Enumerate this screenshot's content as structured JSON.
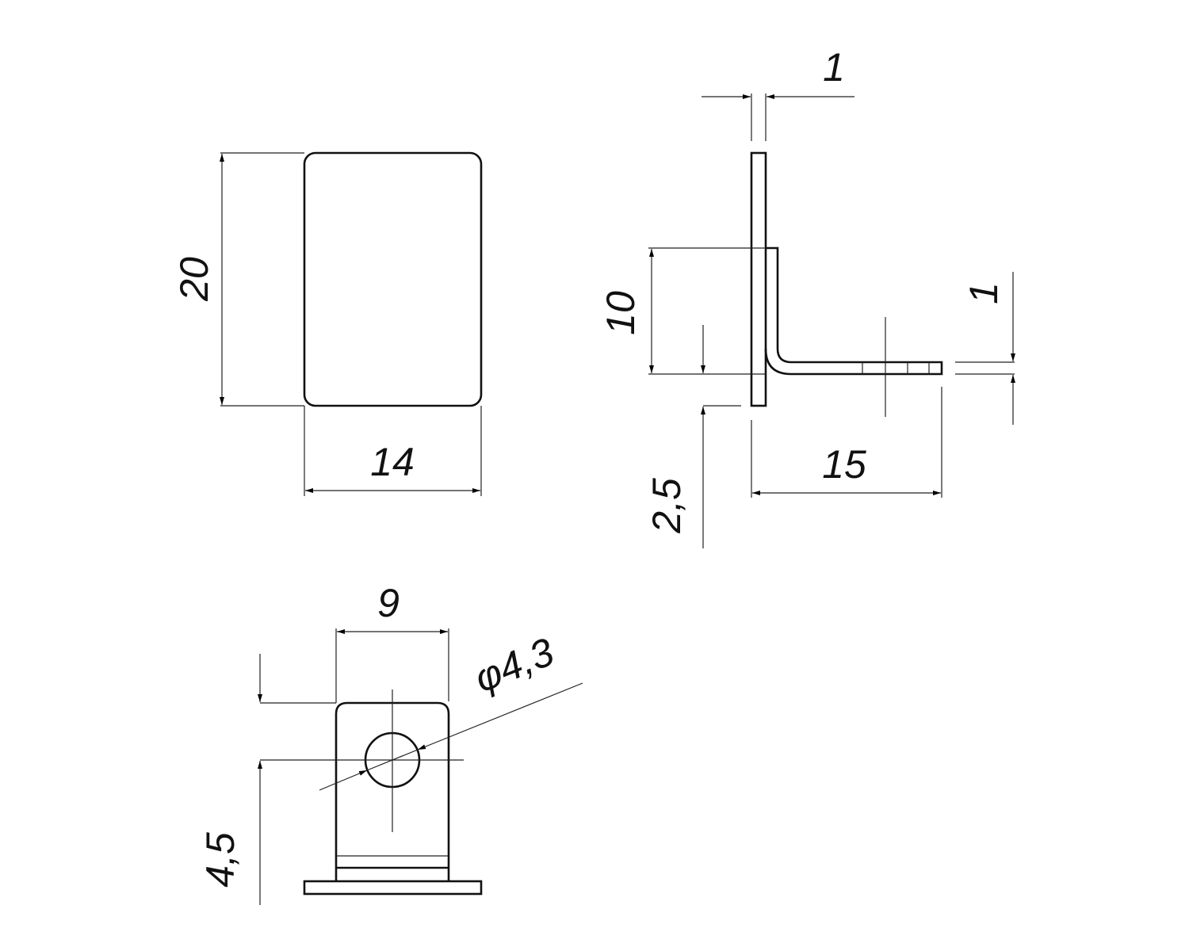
{
  "drawing": {
    "front_view": {
      "height_dim": "20",
      "width_dim": "14"
    },
    "side_view": {
      "plate_thickness_dim": "1",
      "bend_height_dim": "10",
      "offset_dim": "2,5",
      "flange_length_dim": "15",
      "flange_thickness_dim": "1"
    },
    "top_view": {
      "width_dim": "9",
      "hole_diameter_dim": "φ4,3",
      "hole_position_dim": "4,5"
    }
  }
}
